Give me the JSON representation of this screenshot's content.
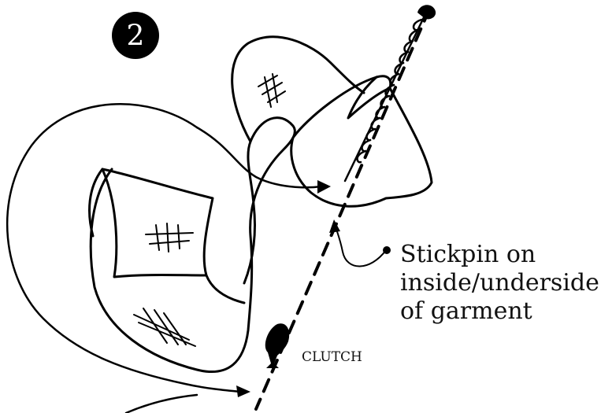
{
  "step_number": "2",
  "callout": {
    "line1": "Stickpin on",
    "line2": "inside/underside",
    "line3": "of garment"
  },
  "clutch_label": "CLUTCH"
}
